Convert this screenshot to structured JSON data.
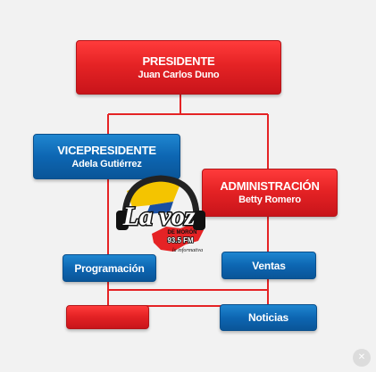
{
  "orgchart": {
    "presidente": {
      "title": "PRESIDENTE",
      "name": "Juan Carlos Duno"
    },
    "vicepresidente": {
      "title": "VICEPRESIDENTE",
      "name": "Adela Gutiérrez"
    },
    "administracion": {
      "title": "ADMINISTRACIÓN",
      "name": "Betty Romero"
    },
    "programacion": {
      "title": "Programación"
    },
    "ventas": {
      "title": "Ventas"
    },
    "noticias": {
      "title": "Noticias"
    },
    "unlabeled_box": {
      "title": ""
    }
  },
  "logo": {
    "name": "La voz de Morón logo",
    "text_main": "La voz",
    "text_sub": "DE MORÓN",
    "frequency": "93.5 FM",
    "tagline": "la informativa"
  },
  "colors": {
    "red": "#e52325",
    "blue": "#0d66b2",
    "connector": "#e52325",
    "background": "#f2f2f2"
  },
  "corner_button": {
    "icon": "close-icon"
  }
}
